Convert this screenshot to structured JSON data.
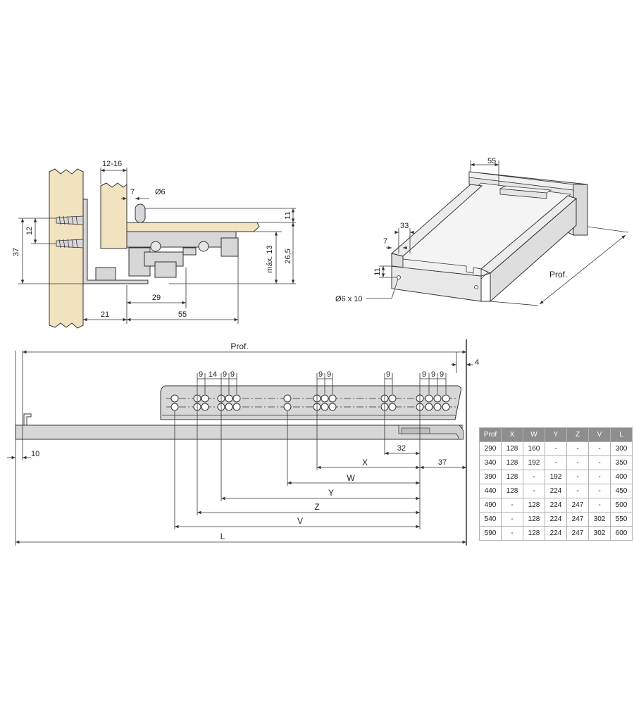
{
  "side_section": {
    "labels": {
      "d12_16": "12-16",
      "d7": "7",
      "dia6": "Ø6",
      "d11": "11",
      "d37": "37",
      "d12": "12",
      "max13": "máx. 13",
      "d26_5": "26,5",
      "d29": "29",
      "d21": "21",
      "d55": "55"
    }
  },
  "iso_view": {
    "labels": {
      "d55": "55",
      "d33": "33",
      "d7": "7",
      "d11": "11",
      "prof": "Prof.",
      "hole": "Ø6 x 10"
    }
  },
  "runner_view": {
    "labels": {
      "prof": "Prof.",
      "d4": "4",
      "d10": "10",
      "d32": "32",
      "d37": "37",
      "x": "X",
      "w": "W",
      "y": "Y",
      "z": "Z",
      "v": "V",
      "l": "L",
      "s9a": "9",
      "s14": "14",
      "s9b": "9",
      "s9c": "9",
      "s9d": "9",
      "s9e": "9",
      "s9f": "9",
      "s9g": "9",
      "s9h": "9",
      "s9i": "9"
    }
  },
  "spec_table": {
    "headers": [
      "Prof",
      "X",
      "W",
      "Y",
      "Z",
      "V",
      "L"
    ],
    "rows": [
      [
        "290",
        "128",
        "160",
        "-",
        "-",
        "-",
        "300"
      ],
      [
        "340",
        "128",
        "192",
        "-",
        "-",
        "-",
        "350"
      ],
      [
        "390",
        "128",
        "-",
        "192",
        "-",
        "-",
        "400"
      ],
      [
        "440",
        "128",
        "-",
        "224",
        "-",
        "-",
        "450"
      ],
      [
        "490",
        "-",
        "128",
        "224",
        "247",
        "-",
        "500"
      ],
      [
        "540",
        "-",
        "128",
        "224",
        "247",
        "302",
        "550"
      ],
      [
        "590",
        "-",
        "128",
        "224",
        "247",
        "302",
        "600"
      ]
    ]
  },
  "colors": {
    "wood": "#f1e3c0",
    "metal": "#d7d7d7",
    "header_bg": "#8e8e8e"
  }
}
